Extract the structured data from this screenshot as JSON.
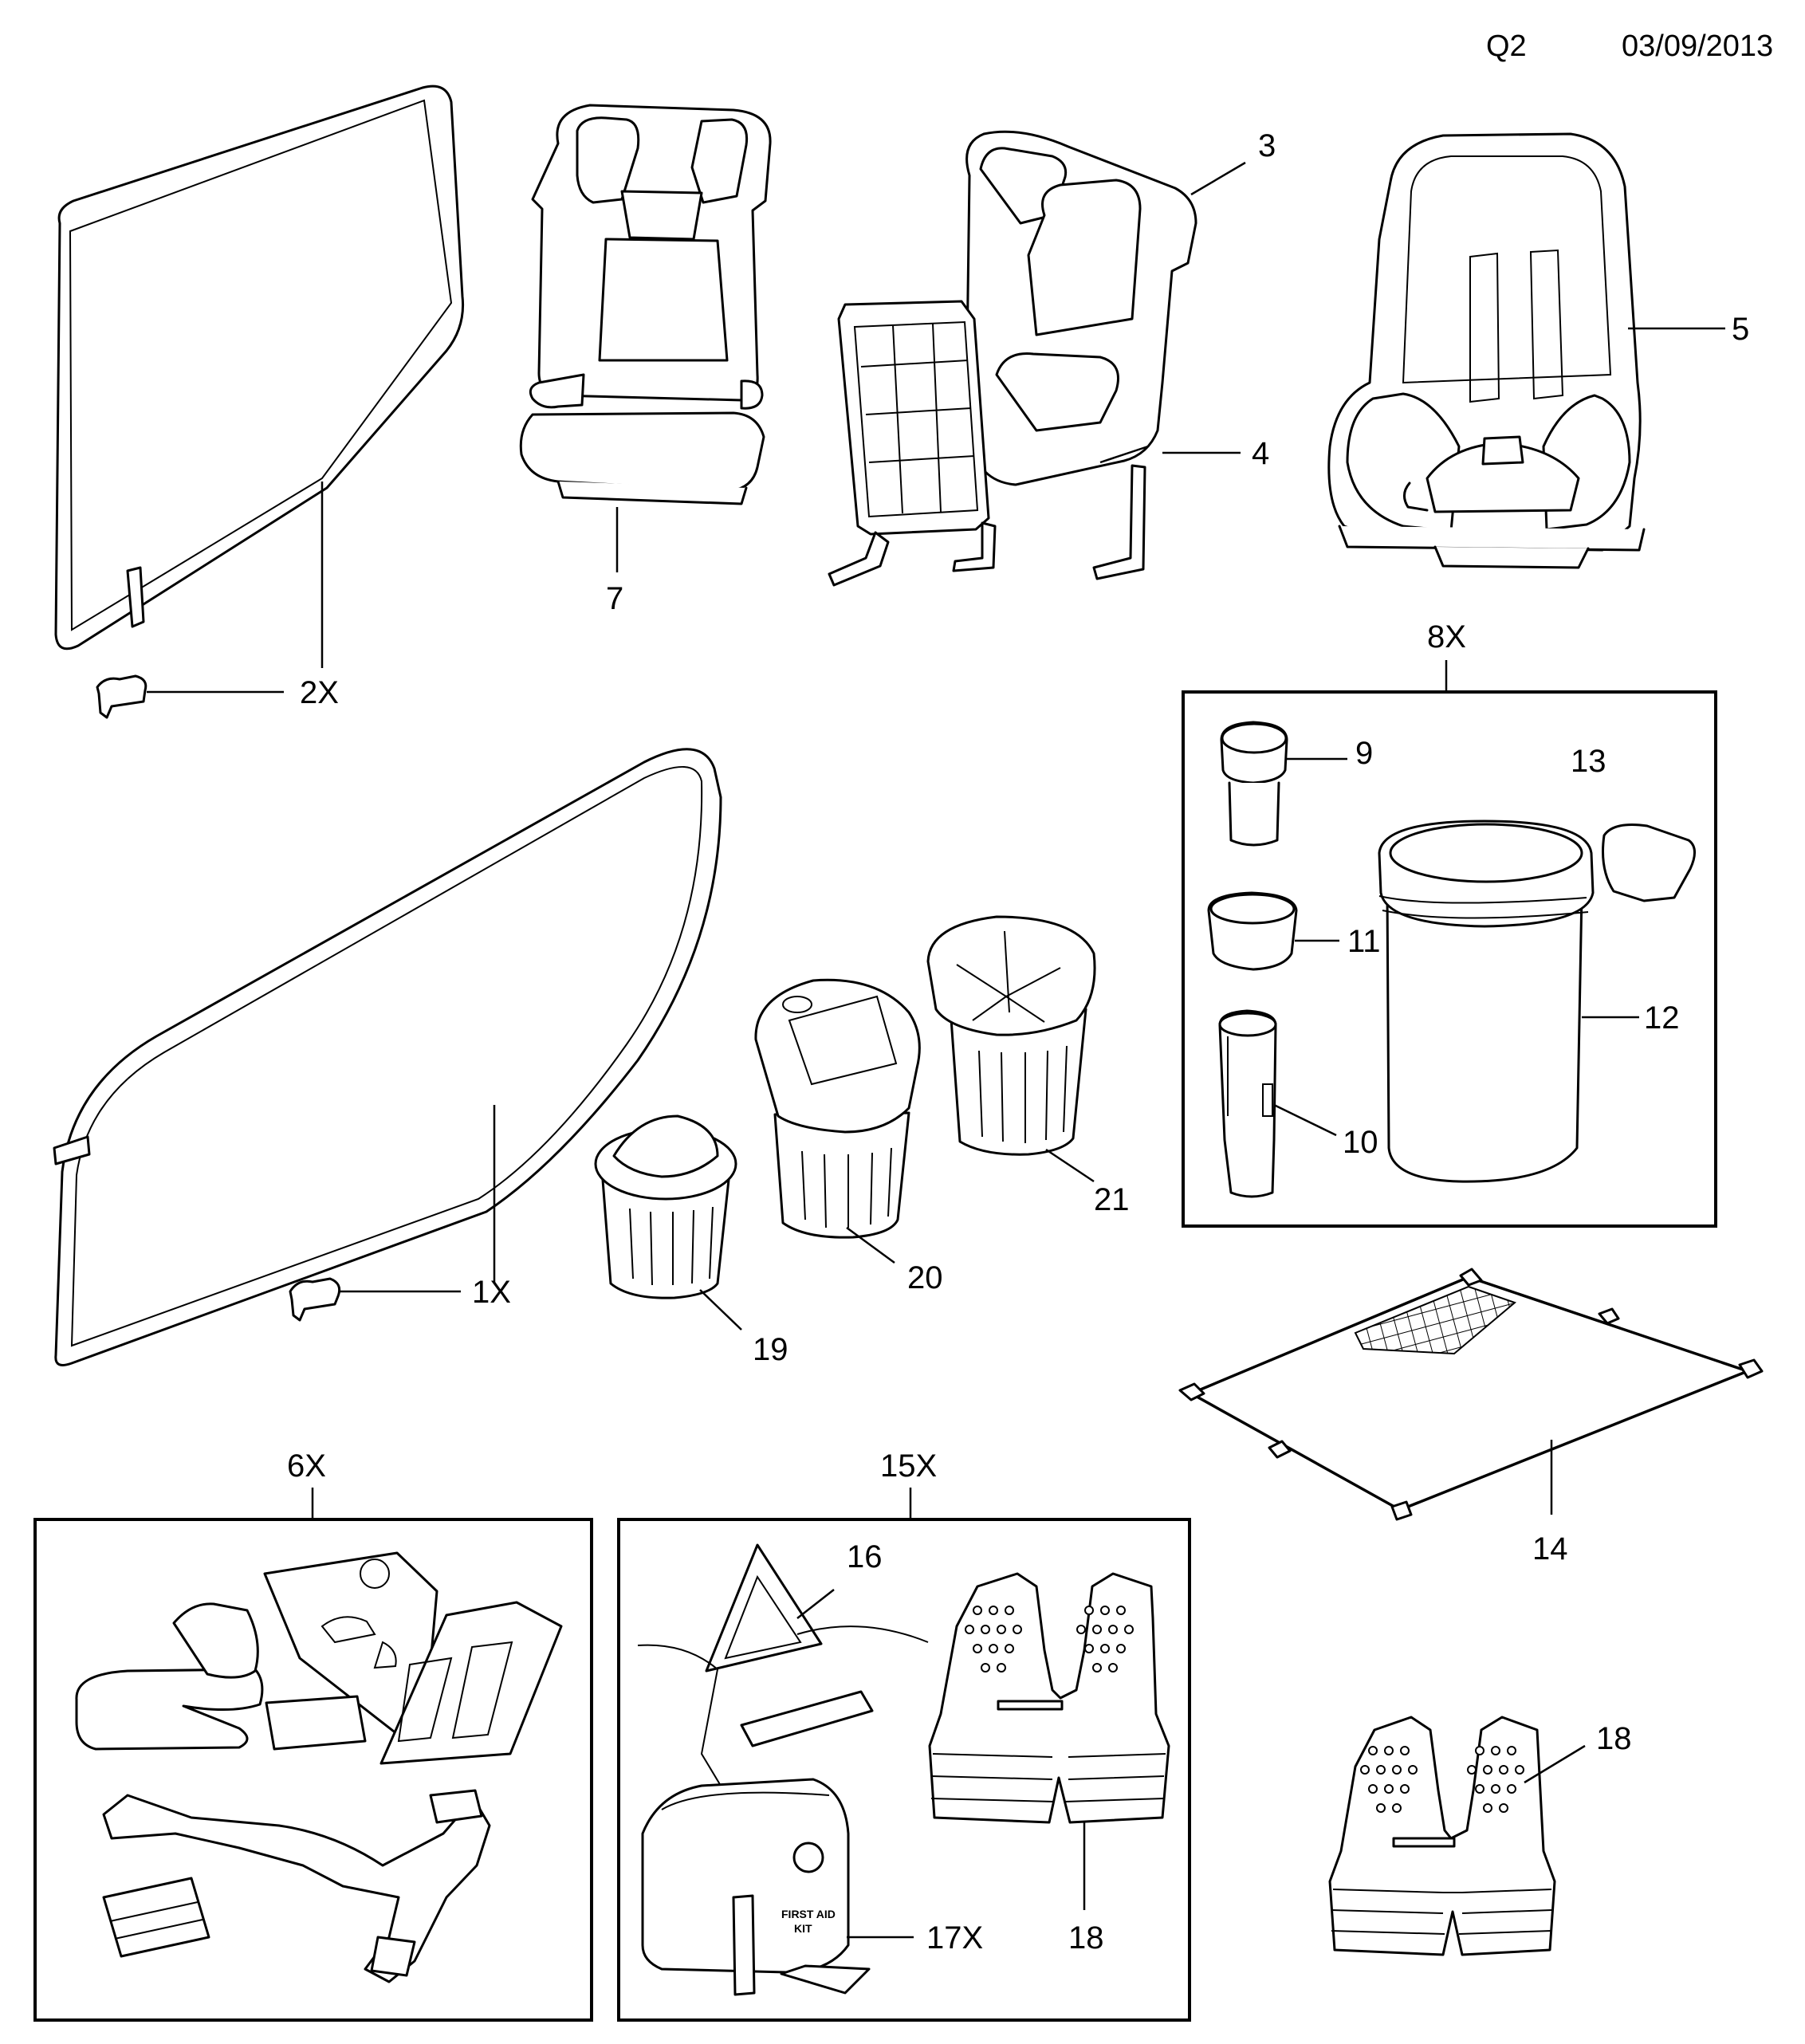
{
  "header": {
    "code": "Q2",
    "date": "03/09/2013"
  },
  "callouts": {
    "c1X": "1X",
    "c2X": "2X",
    "c3": "3",
    "c4": "4",
    "c5": "5",
    "c6X": "6X",
    "c7": "7",
    "c8X": "8X",
    "c9": "9",
    "c10": "10",
    "c11": "11",
    "c12": "12",
    "c13": "13",
    "c14": "14",
    "c15X": "15X",
    "c16": "16",
    "c17X": "17X",
    "c18a": "18",
    "c18b": "18",
    "c19": "19",
    "c20": "20",
    "c21": "21"
  },
  "kit_text": {
    "first_aid": "FIRST AID",
    "kit": "KIT"
  },
  "icons": {
    "net_upper": "net-partition-upper-icon",
    "net_lower": "net-partition-lower-icon",
    "booster": "booster-seat-icon",
    "infant": "infant-carrier-icon",
    "child": "child-seat-icon",
    "cargo_net": "cargo-floor-net-icon",
    "vest": "safety-vest-icon"
  }
}
